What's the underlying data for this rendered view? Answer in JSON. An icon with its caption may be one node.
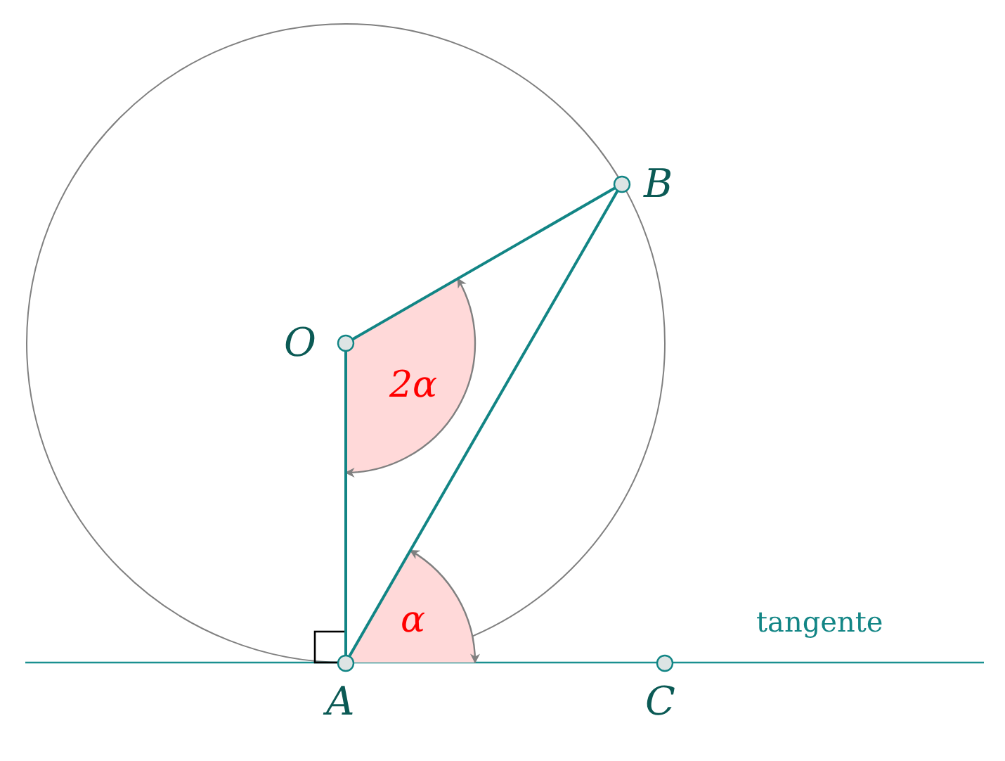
{
  "diagram": {
    "nodes": [
      {
        "text": [
          "O"
        ]
      },
      {
        "text": [
          "B"
        ]
      },
      {
        "text": [
          "A"
        ]
      },
      {
        "text": [
          "C"
        ]
      }
    ],
    "edges": [
      {
        "from": 0,
        "to": 1,
        "arrow": "none"
      },
      {
        "from": 0,
        "to": 2,
        "arrow": "none"
      },
      {
        "from": 2,
        "to": 1,
        "arrow": "none"
      }
    ],
    "labels": [
      "2α",
      "α",
      "tangente"
    ]
  }
}
